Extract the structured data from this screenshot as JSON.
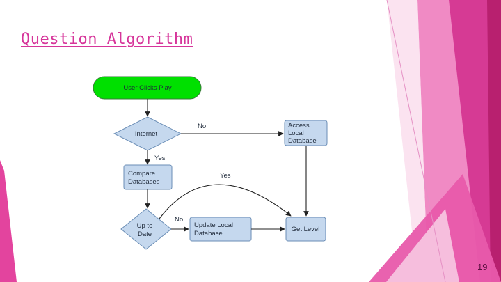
{
  "slide": {
    "title": "Question Algorithm",
    "page_number": "19"
  },
  "flowchart": {
    "start": "User Clicks Play",
    "internet": "Internet",
    "access_local": [
      "Access",
      "Local",
      "Database"
    ],
    "compare": [
      "Compare",
      "Databases"
    ],
    "up_to_date": [
      "Up to",
      "Date"
    ],
    "update_local": [
      "Update Local",
      "Database"
    ],
    "get_level": "Get Level",
    "label_no_1": "No",
    "label_yes_1": "Yes",
    "label_yes_2": "Yes",
    "label_no_2": "No"
  },
  "colors": {
    "accent": "#d6359a",
    "start_fill": "#00e000",
    "box_fill": "#c5d8ee",
    "box_stroke": "#6a8db5"
  }
}
